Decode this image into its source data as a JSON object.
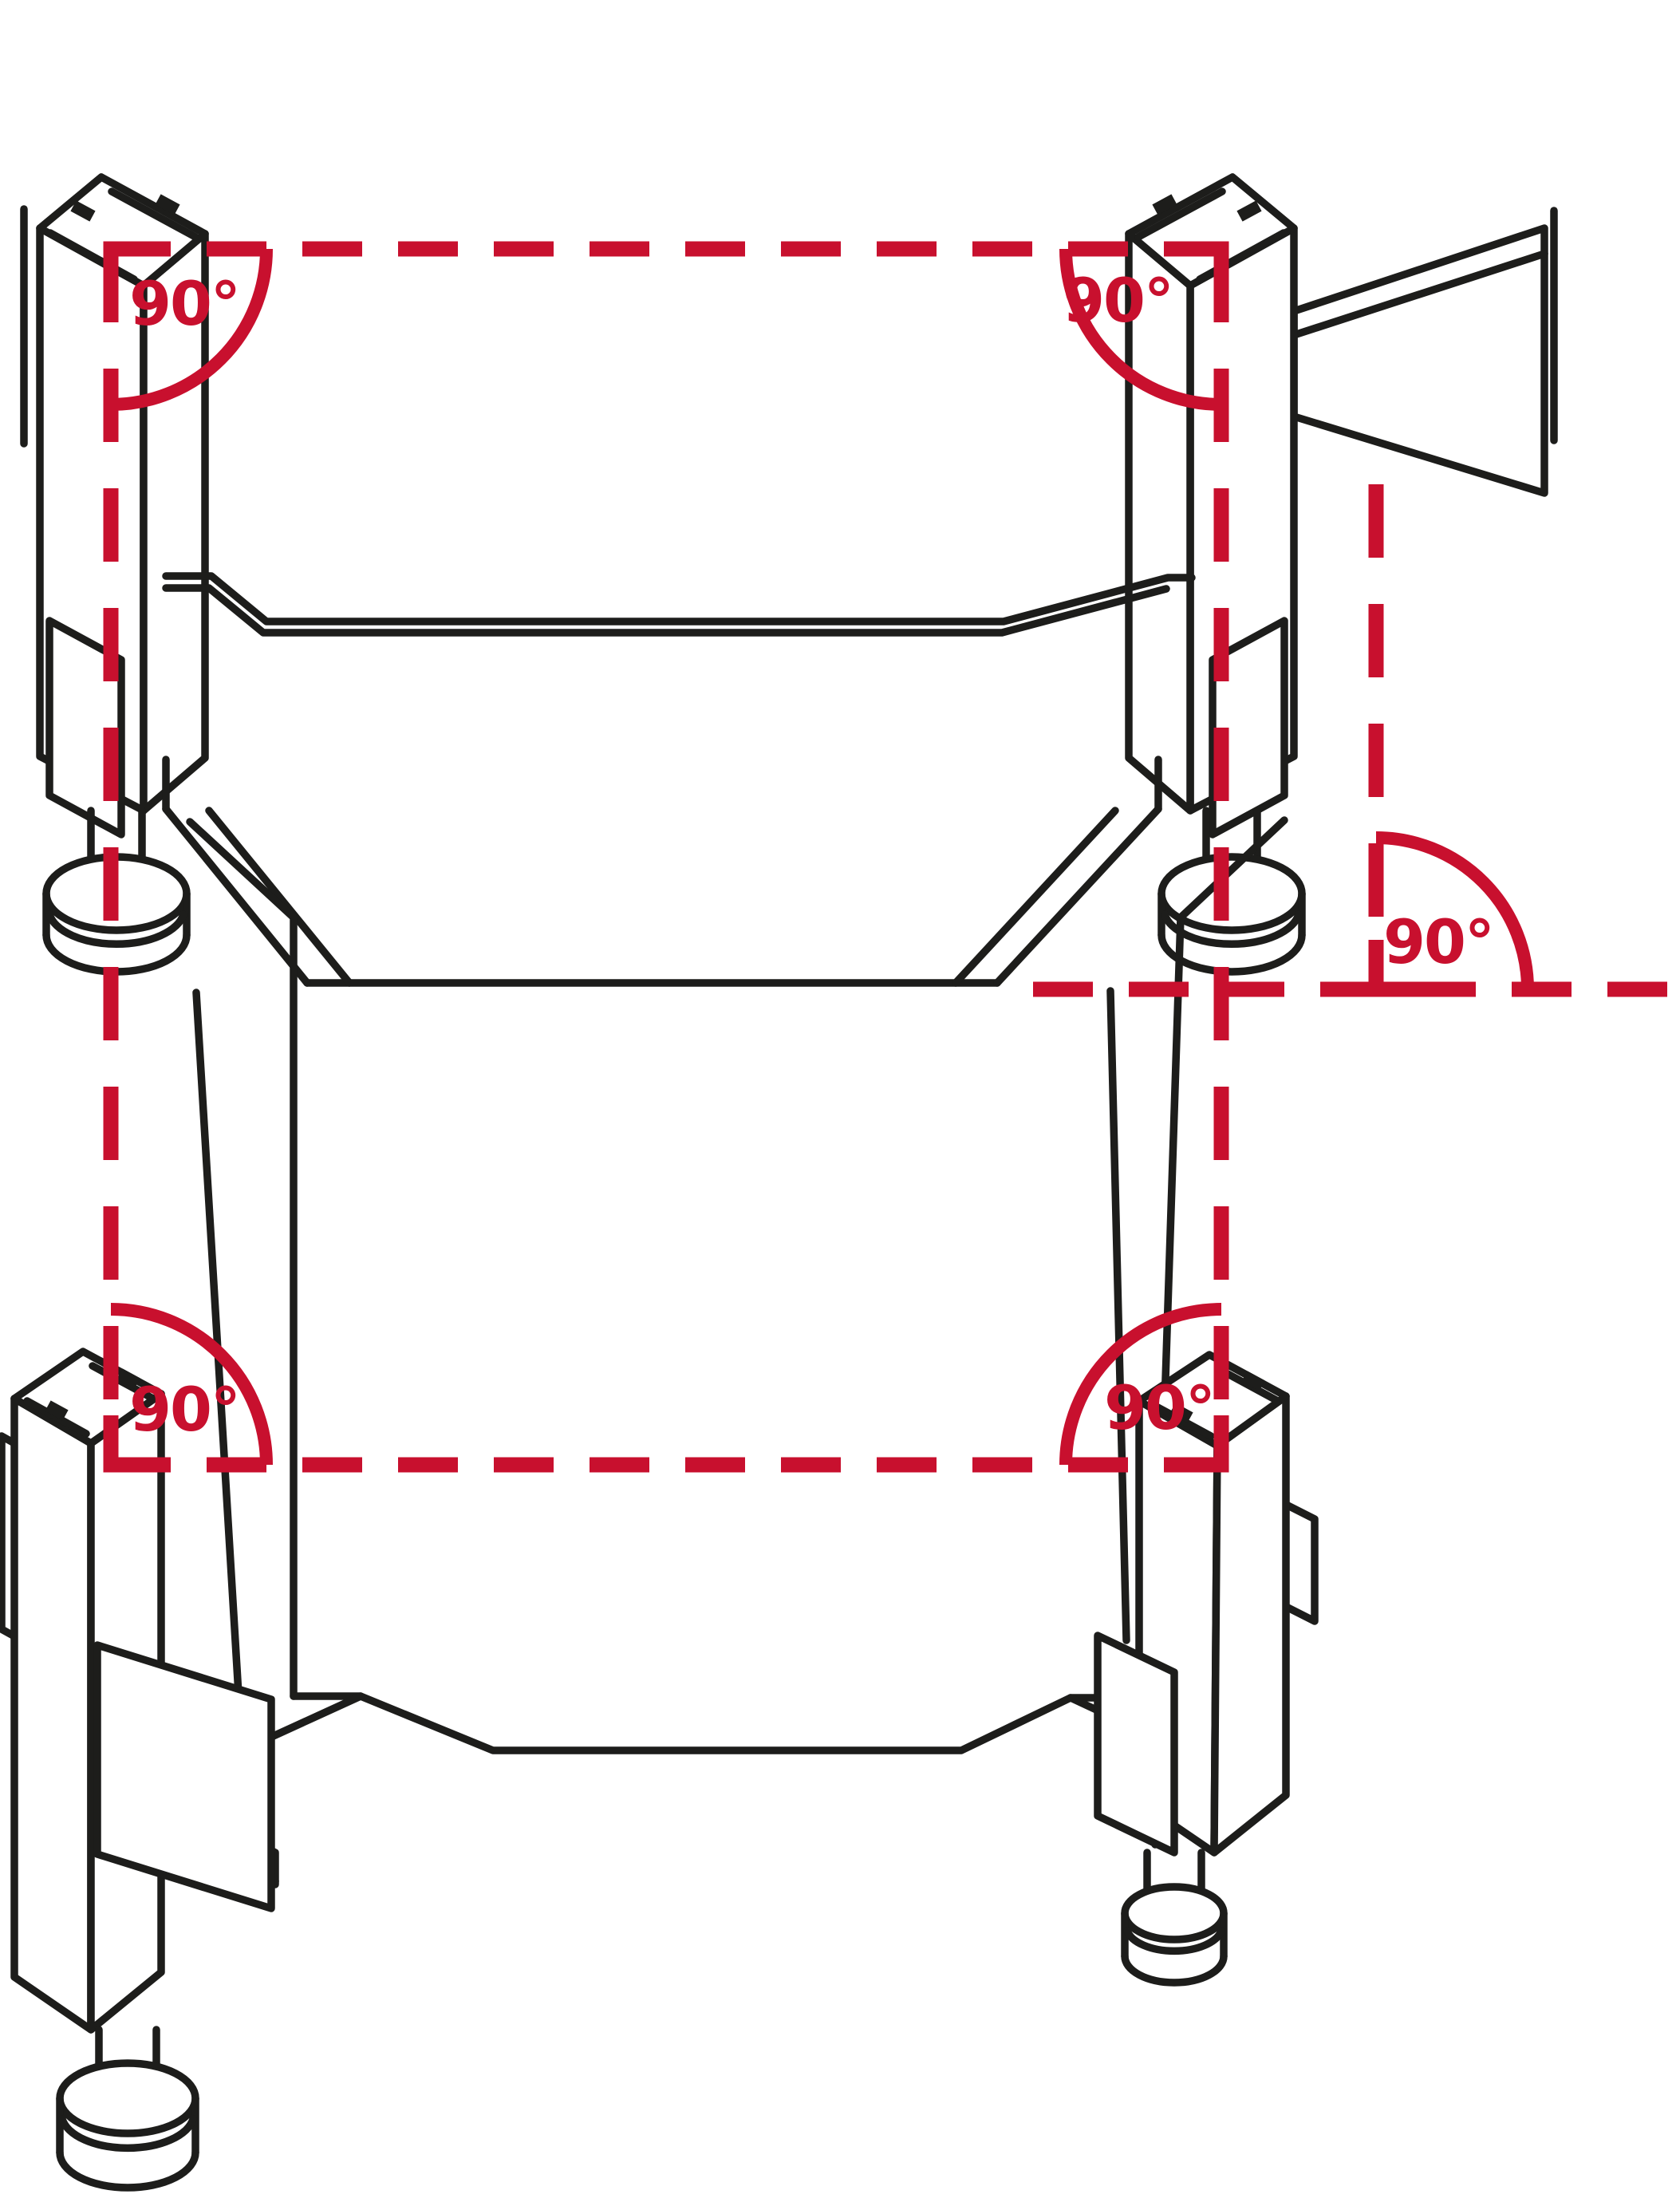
{
  "figure": {
    "kind": "technical-illustration",
    "subject": "four-post stand frame with right-angle alignment overlay",
    "colors": {
      "annotation": "#c8102e",
      "line_art": "#1d1d1b",
      "background": "#ffffff"
    },
    "angle_labels": {
      "top_left": "90°",
      "top_right": "90°",
      "bottom_left": "90°",
      "bottom_right": "90°",
      "side": "90°"
    }
  }
}
